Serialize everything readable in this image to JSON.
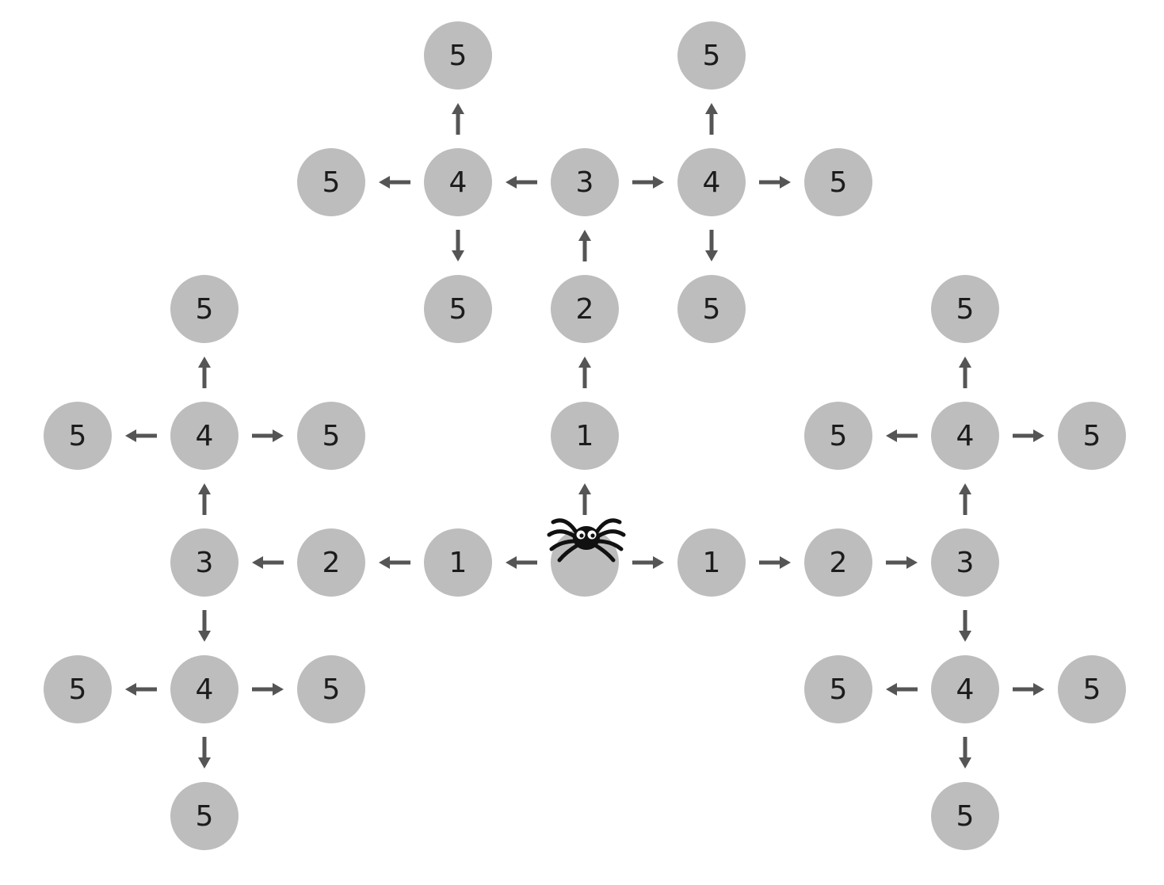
{
  "diagram": {
    "colors": {
      "node_fill": "#bdbdbd",
      "arrow": "#555555",
      "text": "#1c1c1c"
    },
    "start_icon": "spider-icon",
    "nodes": [
      {
        "id": "n-start",
        "label": "",
        "col": 4,
        "row": 4
      },
      {
        "id": "n-up-1",
        "label": "1",
        "col": 4,
        "row": 3
      },
      {
        "id": "n-up-2",
        "label": "2",
        "col": 4,
        "row": 2
      },
      {
        "id": "n-up-3",
        "label": "3",
        "col": 4,
        "row": 1
      },
      {
        "id": "n-up-4a",
        "label": "4",
        "col": 3,
        "row": 1
      },
      {
        "id": "n-up-4b",
        "label": "4",
        "col": 5,
        "row": 1
      },
      {
        "id": "n-up-5a",
        "label": "5",
        "col": 3,
        "row": 0
      },
      {
        "id": "n-up-5b",
        "label": "5",
        "col": 2,
        "row": 1
      },
      {
        "id": "n-up-5c",
        "label": "5",
        "col": 3,
        "row": 2
      },
      {
        "id": "n-up-5d",
        "label": "5",
        "col": 5,
        "row": 0
      },
      {
        "id": "n-up-5e",
        "label": "5",
        "col": 6,
        "row": 1
      },
      {
        "id": "n-up-5f",
        "label": "5",
        "col": 5,
        "row": 2
      },
      {
        "id": "n-left-1",
        "label": "1",
        "col": 3,
        "row": 4
      },
      {
        "id": "n-left-2",
        "label": "2",
        "col": 2,
        "row": 4
      },
      {
        "id": "n-left-3",
        "label": "3",
        "col": 1,
        "row": 4
      },
      {
        "id": "n-left-4a",
        "label": "4",
        "col": 1,
        "row": 3
      },
      {
        "id": "n-left-4b",
        "label": "4",
        "col": 1,
        "row": 5
      },
      {
        "id": "n-left-5a",
        "label": "5",
        "col": 1,
        "row": 2
      },
      {
        "id": "n-left-5b",
        "label": "5",
        "col": 0,
        "row": 3
      },
      {
        "id": "n-left-5c",
        "label": "5",
        "col": 2,
        "row": 3
      },
      {
        "id": "n-left-5d",
        "label": "5",
        "col": 0,
        "row": 5
      },
      {
        "id": "n-left-5e",
        "label": "5",
        "col": 2,
        "row": 5
      },
      {
        "id": "n-left-5f",
        "label": "5",
        "col": 1,
        "row": 6
      },
      {
        "id": "n-right-1",
        "label": "1",
        "col": 5,
        "row": 4
      },
      {
        "id": "n-right-2",
        "label": "2",
        "col": 6,
        "row": 4
      },
      {
        "id": "n-right-3",
        "label": "3",
        "col": 7,
        "row": 4
      },
      {
        "id": "n-right-4a",
        "label": "4",
        "col": 7,
        "row": 3
      },
      {
        "id": "n-right-4b",
        "label": "4",
        "col": 7,
        "row": 5
      },
      {
        "id": "n-right-5a",
        "label": "5",
        "col": 7,
        "row": 2
      },
      {
        "id": "n-right-5b",
        "label": "5",
        "col": 6,
        "row": 3
      },
      {
        "id": "n-right-5c",
        "label": "5",
        "col": 8,
        "row": 3
      },
      {
        "id": "n-right-5d",
        "label": "5",
        "col": 6,
        "row": 5
      },
      {
        "id": "n-right-5e",
        "label": "5",
        "col": 8,
        "row": 5
      },
      {
        "id": "n-right-5f",
        "label": "5",
        "col": 7,
        "row": 6
      }
    ],
    "edges": [
      {
        "from": "n-start",
        "to": "n-up-1"
      },
      {
        "from": "n-up-1",
        "to": "n-up-2"
      },
      {
        "from": "n-up-2",
        "to": "n-up-3"
      },
      {
        "from": "n-up-3",
        "to": "n-up-4a"
      },
      {
        "from": "n-up-3",
        "to": "n-up-4b"
      },
      {
        "from": "n-up-4a",
        "to": "n-up-5a"
      },
      {
        "from": "n-up-4a",
        "to": "n-up-5b"
      },
      {
        "from": "n-up-4a",
        "to": "n-up-5c"
      },
      {
        "from": "n-up-4b",
        "to": "n-up-5d"
      },
      {
        "from": "n-up-4b",
        "to": "n-up-5e"
      },
      {
        "from": "n-up-4b",
        "to": "n-up-5f"
      },
      {
        "from": "n-start",
        "to": "n-left-1"
      },
      {
        "from": "n-left-1",
        "to": "n-left-2"
      },
      {
        "from": "n-left-2",
        "to": "n-left-3"
      },
      {
        "from": "n-left-3",
        "to": "n-left-4a"
      },
      {
        "from": "n-left-3",
        "to": "n-left-4b"
      },
      {
        "from": "n-left-4a",
        "to": "n-left-5a"
      },
      {
        "from": "n-left-4a",
        "to": "n-left-5b"
      },
      {
        "from": "n-left-4a",
        "to": "n-left-5c"
      },
      {
        "from": "n-left-4b",
        "to": "n-left-5d"
      },
      {
        "from": "n-left-4b",
        "to": "n-left-5e"
      },
      {
        "from": "n-left-4b",
        "to": "n-left-5f"
      },
      {
        "from": "n-start",
        "to": "n-right-1"
      },
      {
        "from": "n-right-1",
        "to": "n-right-2"
      },
      {
        "from": "n-right-2",
        "to": "n-right-3"
      },
      {
        "from": "n-right-3",
        "to": "n-right-4a"
      },
      {
        "from": "n-right-3",
        "to": "n-right-4b"
      },
      {
        "from": "n-right-4a",
        "to": "n-right-5a"
      },
      {
        "from": "n-right-4a",
        "to": "n-right-5b"
      },
      {
        "from": "n-right-4a",
        "to": "n-right-5c"
      },
      {
        "from": "n-right-4b",
        "to": "n-right-5d"
      },
      {
        "from": "n-right-4b",
        "to": "n-right-5e"
      },
      {
        "from": "n-right-4b",
        "to": "n-right-5f"
      }
    ]
  }
}
